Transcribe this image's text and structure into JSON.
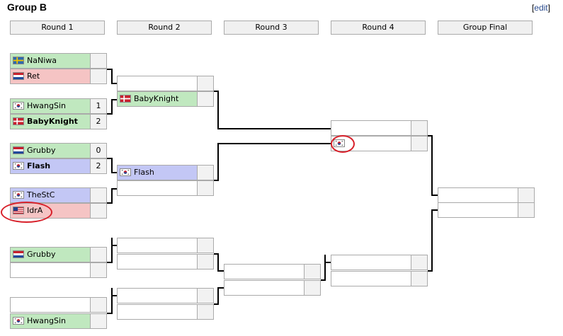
{
  "title": "Group B",
  "edit_label": "edit",
  "rounds": [
    "Round 1",
    "Round 2",
    "Round 3",
    "Round 4",
    "Group Final"
  ],
  "r1": [
    {
      "name": "NaNiwa",
      "flag": "sweden-flag",
      "score": ""
    },
    {
      "name": "Ret",
      "flag": "netherlands-flag",
      "score": ""
    },
    {
      "name": "HwangSin",
      "flag": "korea-flag",
      "score": "1"
    },
    {
      "name": "BabyKnight",
      "flag": "denmark-flag",
      "score": "2"
    },
    {
      "name": "Grubby",
      "flag": "netherlands-flag",
      "score": "0"
    },
    {
      "name": "Flash",
      "flag": "korea-flag",
      "score": "2"
    },
    {
      "name": "TheStC",
      "flag": "korea-flag",
      "score": ""
    },
    {
      "name": "IdrA",
      "flag": "usa-flag",
      "score": ""
    },
    {
      "name": "Grubby",
      "flag": "netherlands-flag",
      "score": ""
    },
    {
      "name": "",
      "flag": "",
      "score": ""
    },
    {
      "name": "",
      "flag": "",
      "score": ""
    },
    {
      "name": "HwangSin",
      "flag": "korea-flag",
      "score": ""
    }
  ],
  "r2": [
    {
      "name": "",
      "flag": "",
      "score": ""
    },
    {
      "name": "BabyKnight",
      "flag": "denmark-flag",
      "score": ""
    },
    {
      "name": "Flash",
      "flag": "korea-flag",
      "score": ""
    },
    {
      "name": "",
      "flag": "",
      "score": ""
    },
    {
      "name": "",
      "flag": "",
      "score": ""
    },
    {
      "name": "",
      "flag": "",
      "score": ""
    },
    {
      "name": "",
      "flag": "",
      "score": ""
    },
    {
      "name": "",
      "flag": "",
      "score": ""
    }
  ],
  "r3": [
    {
      "name": "",
      "flag": "",
      "score": ""
    },
    {
      "name": "",
      "flag": "",
      "score": ""
    }
  ],
  "r4": [
    {
      "name": "",
      "flag": "",
      "score": ""
    },
    {
      "name": "",
      "flag": "korea-flag",
      "score": ""
    },
    {
      "name": "",
      "flag": "",
      "score": ""
    },
    {
      "name": "",
      "flag": "",
      "score": ""
    }
  ],
  "final": [
    {
      "name": "",
      "flag": "",
      "score": ""
    },
    {
      "name": "",
      "flag": "",
      "score": ""
    }
  ]
}
